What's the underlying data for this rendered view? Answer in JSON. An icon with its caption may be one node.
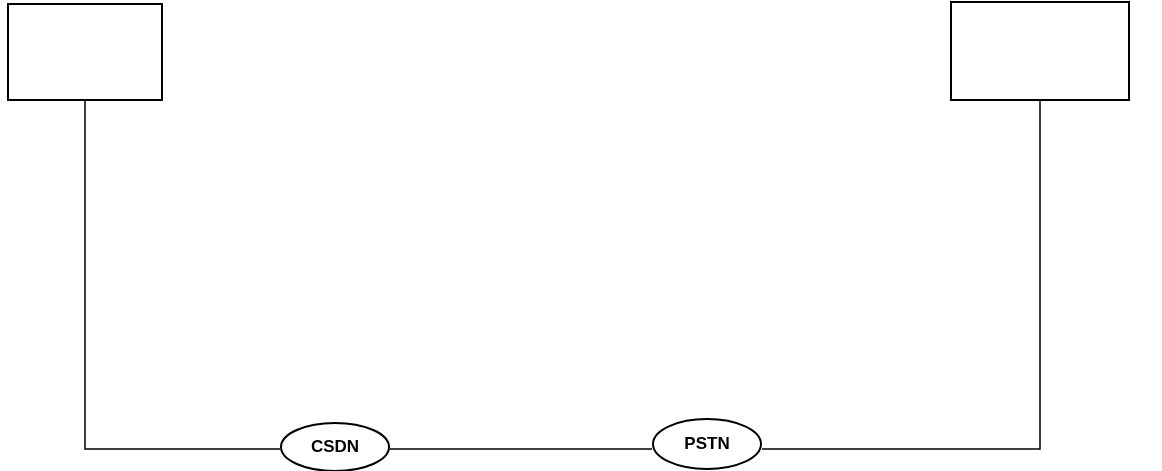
{
  "diagram": {
    "nodes": [
      {
        "text": [],
        "shape": "box"
      },
      {
        "text": [],
        "shape": "box"
      },
      {
        "text": [
          "CSDN"
        ]
      },
      {
        "text": [
          "PSTN"
        ]
      }
    ],
    "edges": [
      {
        "from": 0,
        "to": 2,
        "arrow": "none"
      },
      {
        "from": 2,
        "to": 3,
        "arrow": "none"
      },
      {
        "from": 3,
        "to": 1,
        "arrow": "none"
      }
    ]
  }
}
